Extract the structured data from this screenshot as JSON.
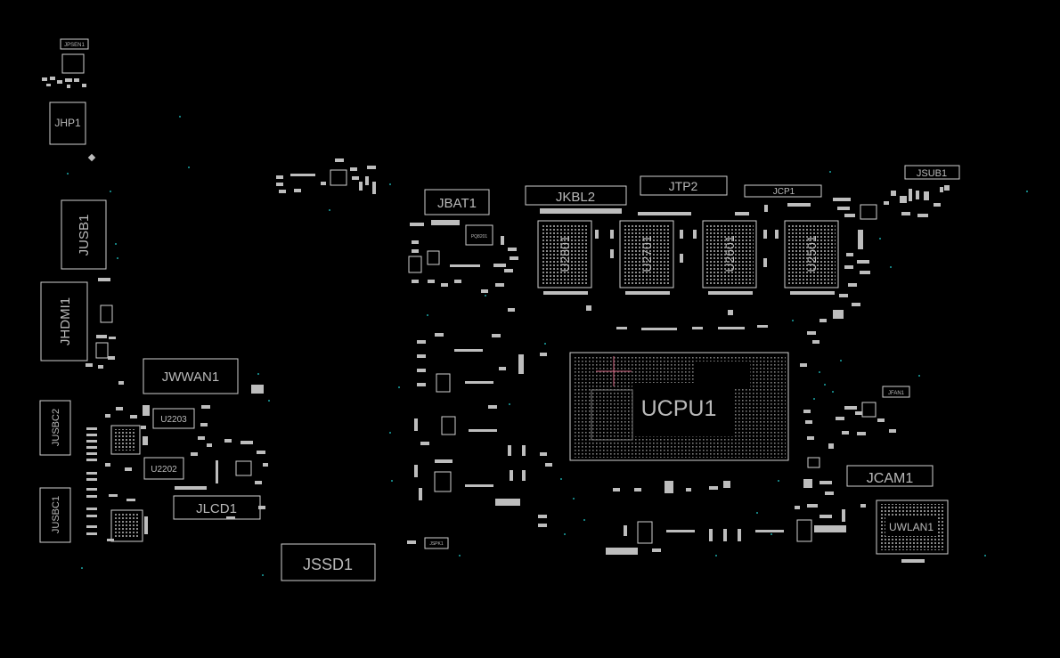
{
  "board": {
    "background": "#000000",
    "outline_color": "#cfcfcf",
    "label_color": "#b9b9b9",
    "via_color": "#1aa6a6",
    "marker_color": "#d86a86"
  },
  "components": {
    "jpsen1": "JPSEN1",
    "jhp1": "JHP1",
    "jusb1": "JUSB1",
    "jhdmi1": "JHDMI1",
    "jusbc2": "JUSBC2",
    "jusbc1": "JUSBC1",
    "jwwan1": "JWWAN1",
    "u2203": "U2203",
    "u2202": "U2202",
    "jlcd1": "JLCD1",
    "jssd1": "JSSD1",
    "jbat1": "JBAT1",
    "jkbl2": "JKBL2",
    "jtp2": "JTP2",
    "jcp1": "JCP1",
    "jsub1": "JSUB1",
    "u2801": "U2801",
    "u2701": "U2701",
    "u2601": "U2601",
    "u2501": "U2501",
    "ucpu1": "UCPU1",
    "jfan1": "JFAN1",
    "jcam1": "JCAM1",
    "uwlan1": "UWLAN1",
    "pq8201": "PQ8201",
    "jspk1": "JSPK1"
  }
}
